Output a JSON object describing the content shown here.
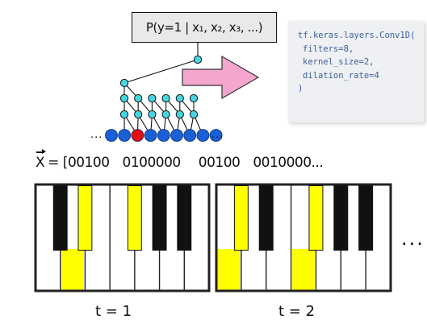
{
  "probability_label": "P(y=1 | x₁, x₂, x₃, ...)",
  "code": {
    "lines": [
      "tf.keras.layers.Conv1D(",
      "filters=8,",
      "kernel_size=2,",
      "dilation_rate=4",
      ")"
    ]
  },
  "network": {
    "input_ellipsis_left": "...",
    "input_ellipsis_right": "...",
    "layer_node_counts": [
      9,
      6,
      6,
      1
    ],
    "highlighted_input_index": 2,
    "colors": {
      "input_node": "#1a5fd6",
      "highlight_node": "#e01010",
      "hidden_node": "#46d6e3",
      "arrow_fill": "#f4a6cf",
      "arrow_stroke": "#333333"
    }
  },
  "sequence": {
    "x_symbol": "X",
    "prefix": "= [",
    "segments": [
      "00100",
      "0100000",
      "00100",
      "0010000..."
    ],
    "trailing_ellipsis": "..."
  },
  "keyboards": [
    {
      "label": "t = 1",
      "highlight_white_keys": [
        1
      ],
      "highlight_black_keys": [
        1,
        2
      ]
    },
    {
      "label": "t = 2",
      "highlight_white_keys": [
        0,
        3
      ],
      "highlight_black_keys": [
        0,
        2
      ]
    }
  ],
  "colors": {
    "highlight_key": "#ffff00",
    "black_key": "#111111",
    "white_key": "#ffffff",
    "frame": "#222222"
  }
}
